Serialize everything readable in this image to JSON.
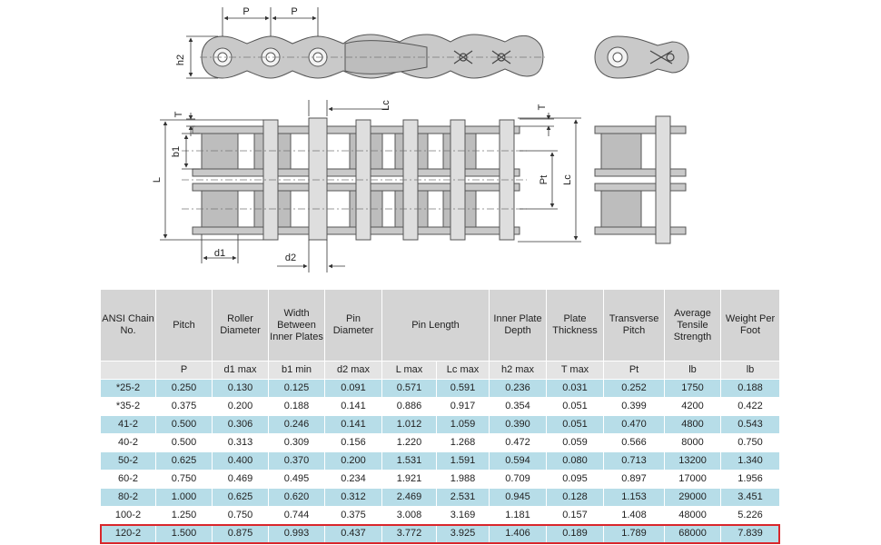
{
  "drawing": {
    "dimension_labels": {
      "pitch": "P",
      "pitch_2": "P",
      "h2": "h2",
      "T_left": "T",
      "Lc_top": "Lc",
      "T_right": "T",
      "b1": "b1",
      "L": "L",
      "Pt": "Pt",
      "Lc_right": "Lc",
      "d1": "d1",
      "d2": "d2"
    }
  },
  "table": {
    "headers": [
      "ANSI Chain No.",
      "Pitch",
      "Roller Diameter",
      "Width Between Inner Plates",
      "Pin Diameter",
      "Pin Length",
      "Inner Plate Depth",
      "Plate Thickness",
      "Transverse Pitch",
      "Average Tensile Strength",
      "Weight Per Foot"
    ],
    "subheaders": [
      "P",
      "d1 max",
      "b1 min",
      "d2 max",
      "L max",
      "Lc max",
      "h2 max",
      "T max",
      "Pt",
      "lb",
      "lb"
    ],
    "rows": [
      [
        "*25-2",
        "0.250",
        "0.130",
        "0.125",
        "0.091",
        "0.571",
        "0.591",
        "0.236",
        "0.031",
        "0.252",
        "1750",
        "0.188"
      ],
      [
        "*35-2",
        "0.375",
        "0.200",
        "0.188",
        "0.141",
        "0.886",
        "0.917",
        "0.354",
        "0.051",
        "0.399",
        "4200",
        "0.422"
      ],
      [
        "41-2",
        "0.500",
        "0.306",
        "0.246",
        "0.141",
        "1.012",
        "1.059",
        "0.390",
        "0.051",
        "0.470",
        "4800",
        "0.543"
      ],
      [
        "40-2",
        "0.500",
        "0.313",
        "0.309",
        "0.156",
        "1.220",
        "1.268",
        "0.472",
        "0.059",
        "0.566",
        "8000",
        "0.750"
      ],
      [
        "50-2",
        "0.625",
        "0.400",
        "0.370",
        "0.200",
        "1.531",
        "1.591",
        "0.594",
        "0.080",
        "0.713",
        "13200",
        "1.340"
      ],
      [
        "60-2",
        "0.750",
        "0.469",
        "0.495",
        "0.234",
        "1.921",
        "1.988",
        "0.709",
        "0.095",
        "0.897",
        "17000",
        "1.956"
      ],
      [
        "80-2",
        "1.000",
        "0.625",
        "0.620",
        "0.312",
        "2.469",
        "2.531",
        "0.945",
        "0.128",
        "1.153",
        "29000",
        "3.451"
      ],
      [
        "100-2",
        "1.250",
        "0.750",
        "0.744",
        "0.375",
        "3.008",
        "3.169",
        "1.181",
        "0.157",
        "1.408",
        "48000",
        "5.226"
      ],
      [
        "120-2",
        "1.500",
        "0.875",
        "0.993",
        "0.437",
        "3.772",
        "3.925",
        "1.406",
        "0.189",
        "1.789",
        "68000",
        "7.839"
      ]
    ],
    "highlighted_row": "120-2",
    "colors": {
      "header_bg": "#d4d4d4",
      "subheader_bg": "#e4e4e4",
      "row_blue": "#b7dde8",
      "row_white": "#ffffff",
      "highlight_border": "#d9262b"
    }
  }
}
